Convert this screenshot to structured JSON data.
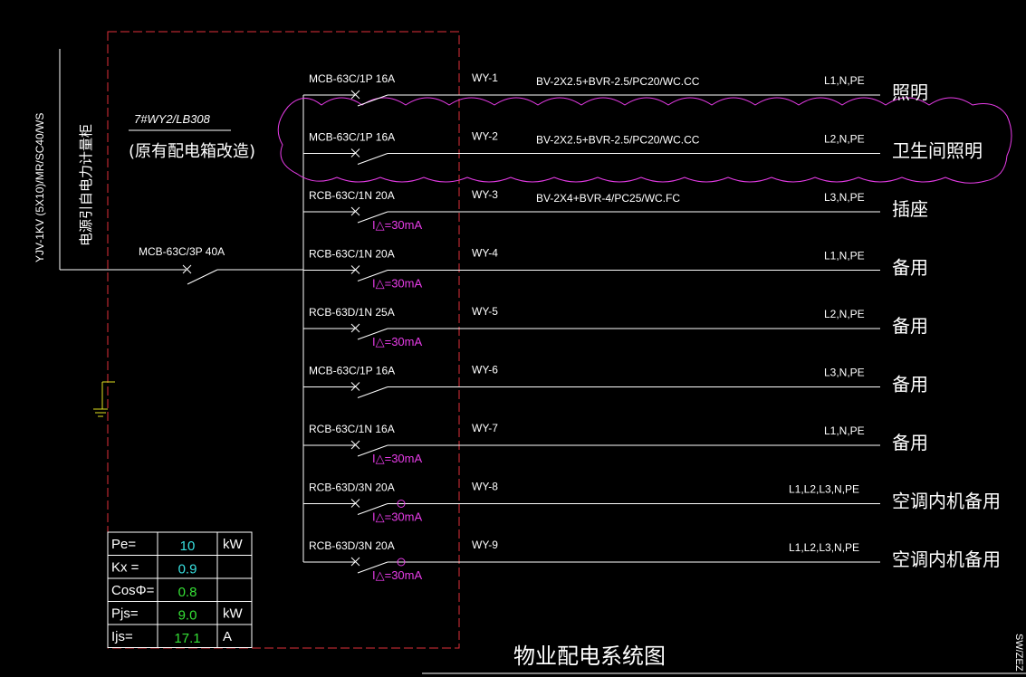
{
  "colors": {
    "background": "#000000",
    "line": "#ffffff",
    "cloud": "#e83ce8",
    "boundary": "#e0303a",
    "ground": "#e0e020",
    "value_cyan": "#38e0e0",
    "value_green": "#35e035"
  },
  "incoming": {
    "cable_label": "YJV-1KV (5X10)/MR/SC40/WS",
    "source_label": "电源引自电力计量柜",
    "main_breaker": "MCB-63C/3P 40A"
  },
  "box": {
    "id": "7#WY2/LB308",
    "note": "(原有配电箱改造)"
  },
  "circuits": [
    {
      "breaker": "MCB-63C/1P 16A",
      "id": "WY-1",
      "cable": "BV-2X2.5+BVR-2.5/PC20/WC.CC",
      "phase": "L1,N,PE",
      "use": "照明",
      "rcd": ""
    },
    {
      "breaker": "MCB-63C/1P 16A",
      "id": "WY-2",
      "cable": "BV-2X2.5+BVR-2.5/PC20/WC.CC",
      "phase": "L2,N,PE",
      "use": "卫生间照明",
      "rcd": ""
    },
    {
      "breaker": "RCB-63C/1N 20A",
      "id": "WY-3",
      "cable": "BV-2X4+BVR-4/PC25/WC.FC",
      "phase": "L3,N,PE",
      "use": "插座",
      "rcd": "I△=30mA"
    },
    {
      "breaker": "RCB-63C/1N 20A",
      "id": "WY-4",
      "cable": "",
      "phase": "L1,N,PE",
      "use": "备用",
      "rcd": "I△=30mA"
    },
    {
      "breaker": "RCB-63D/1N 25A",
      "id": "WY-5",
      "cable": "",
      "phase": "L2,N,PE",
      "use": "备用",
      "rcd": "I△=30mA"
    },
    {
      "breaker": "MCB-63C/1P 16A",
      "id": "WY-6",
      "cable": "",
      "phase": "L3,N,PE",
      "use": "备用",
      "rcd": ""
    },
    {
      "breaker": "RCB-63C/1N 16A",
      "id": "WY-7",
      "cable": "",
      "phase": "L1,N,PE",
      "use": "备用",
      "rcd": "I△=30mA"
    },
    {
      "breaker": "RCB-63D/3N 20A",
      "id": "WY-8",
      "cable": "",
      "phase": "L1,L2,L3,N,PE",
      "use": "空调内机备用",
      "rcd": "I△=30mA"
    },
    {
      "breaker": "RCB-63D/3N 20A",
      "id": "WY-9",
      "cable": "",
      "phase": "L1,L2,L3,N,PE",
      "use": "空调内机备用",
      "rcd": "I△=30mA"
    }
  ],
  "calc_table": [
    {
      "name": "Pe=",
      "value": "10",
      "unit": "kW",
      "color": "cyan"
    },
    {
      "name": "Kx  =",
      "value": "0.9",
      "unit": "",
      "color": "cyan"
    },
    {
      "name": "CosΦ=",
      "value": "0.8",
      "unit": "",
      "color": "green"
    },
    {
      "name": "Pjs=",
      "value": "9.0",
      "unit": "kW",
      "color": "green"
    },
    {
      "name": "Ijs=",
      "value": "17.1",
      "unit": "A",
      "color": "green"
    }
  ],
  "title": "物业配电系统图",
  "side_text": "SW/ZEZ"
}
